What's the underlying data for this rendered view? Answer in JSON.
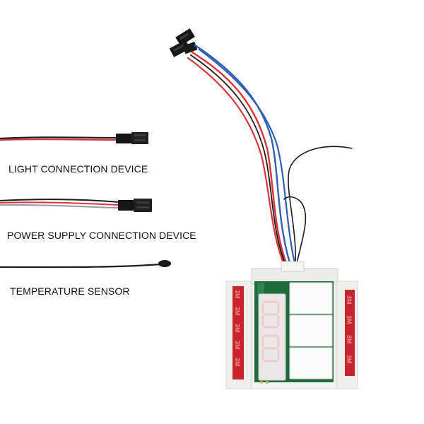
{
  "labels": {
    "light": "LIGHT CONNECTION DEVICE",
    "power": "POWER SUPPLY CONNECTION DEVICE",
    "sensor": "TEMPERATURE SENSOR"
  },
  "module_marking": "3M",
  "colors": {
    "wire_red": "#d9343a",
    "wire_black": "#1c1c1c",
    "wire_blue": "#2f5fb7",
    "wire_gray": "#9a9aa2",
    "pcb_green": "#1f6b3d",
    "adhesive_red": "#c8242d",
    "connector_black": "#151515"
  }
}
